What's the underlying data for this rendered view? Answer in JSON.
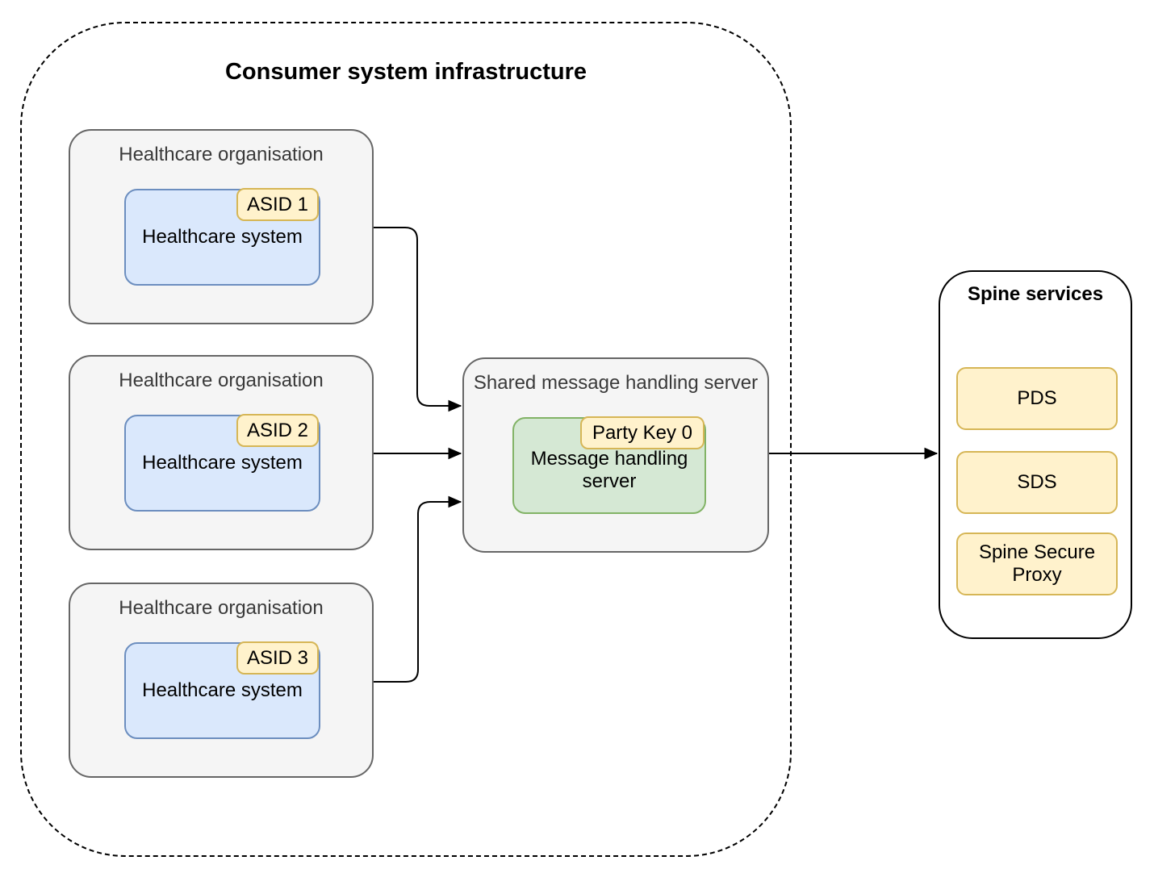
{
  "consumer": {
    "title": "Consumer system infrastructure"
  },
  "organisations": [
    {
      "label": "Healthcare organisation",
      "system_label": "Healthcare system",
      "badge_label": "ASID 1"
    },
    {
      "label": "Healthcare organisation",
      "system_label": "Healthcare system",
      "badge_label": "ASID 2"
    },
    {
      "label": "Healthcare organisation",
      "system_label": "Healthcare system",
      "badge_label": "ASID 3"
    }
  ],
  "shared_server": {
    "label": "Shared message handling server",
    "system_label": "Message handling server",
    "badge_label": "Party Key 0"
  },
  "spine": {
    "title": "Spine services",
    "services": [
      {
        "label": "PDS"
      },
      {
        "label": "SDS"
      },
      {
        "label": "Spine Secure Proxy"
      }
    ]
  },
  "connections": [
    {
      "from": "Healthcare system (ASID 1)",
      "to": "Shared message handling server"
    },
    {
      "from": "Healthcare system (ASID 2)",
      "to": "Shared message handling server"
    },
    {
      "from": "Healthcare system (ASID 3)",
      "to": "Shared message handling server"
    },
    {
      "from": "Shared message handling server",
      "to": "Spine services"
    }
  ],
  "colors": {
    "background": "#ffffff",
    "group_fill": "#f5f5f5",
    "group_border": "#666666",
    "system_fill": "#dae8fc",
    "system_border": "#6c8ebf",
    "server_fill": "#d5e8d4",
    "server_border": "#82b366",
    "badge_fill": "#fff2cc",
    "badge_border": "#d6b656",
    "spine_fill": "#ffffff",
    "spine_border": "#000000",
    "dashed_border": "#000000",
    "arrow": "#000000",
    "label_text": "#3a3a3a",
    "node_text": "#000000"
  }
}
